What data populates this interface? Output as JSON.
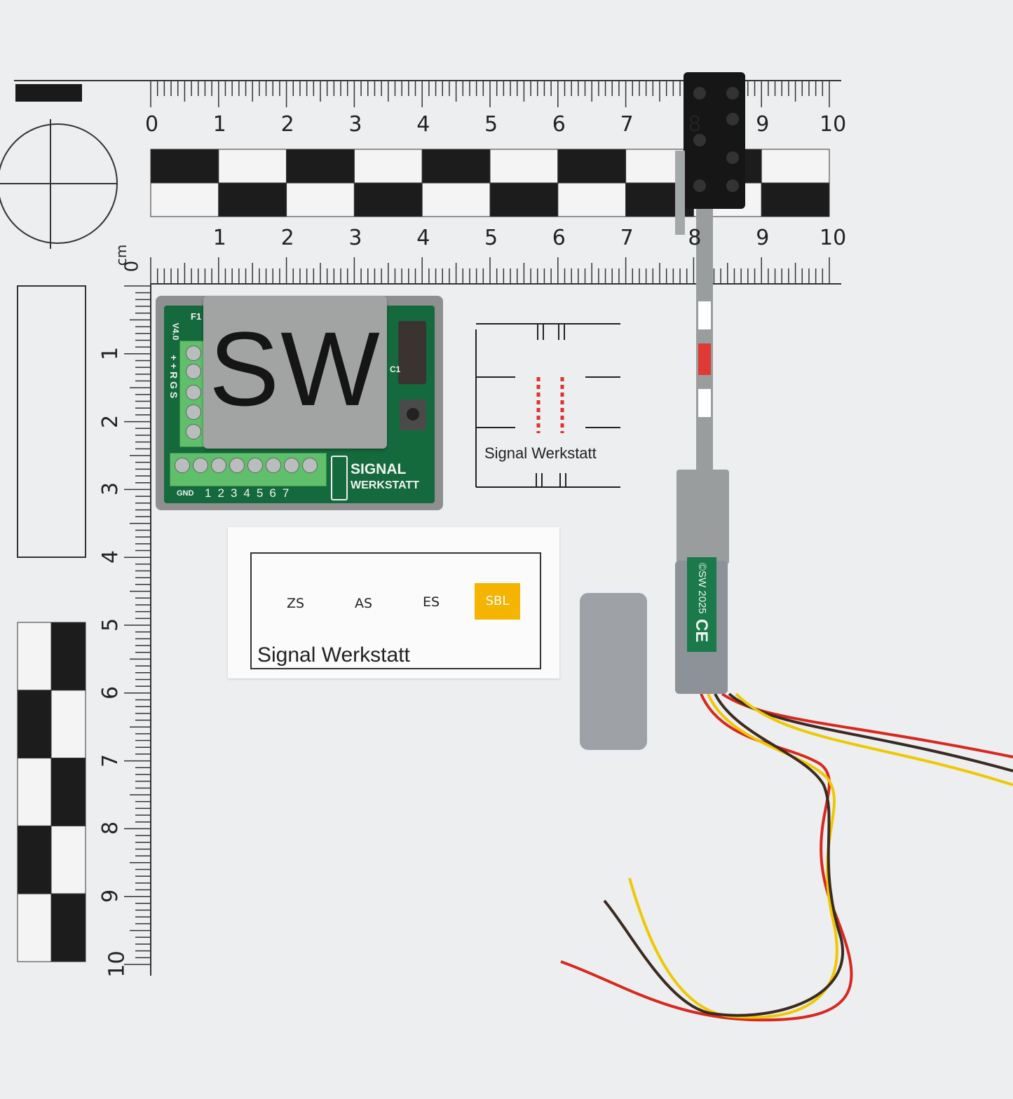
{
  "ruler": {
    "unit": "cm",
    "top_numbers": [
      "0",
      "1",
      "2",
      "3",
      "4",
      "5",
      "6",
      "7",
      "8",
      "9",
      "10"
    ],
    "middle_numbers": [
      "1",
      "2",
      "3",
      "4",
      "5",
      "6",
      "7",
      "8",
      "9",
      "10"
    ],
    "bottom_zero": "0",
    "left_numbers": [
      "1",
      "2",
      "3",
      "4",
      "5",
      "6",
      "7",
      "8",
      "9",
      "10"
    ]
  },
  "board": {
    "cover_text": "SW",
    "silk_version": "V4.0",
    "silk_fuse": "F1",
    "silk_fuse_part": "F",
    "silk_left_pins": "+ + R G S",
    "silk_cap": "C1",
    "silk_gnd": "GND",
    "silk_outputs": [
      "1",
      "2",
      "3",
      "4",
      "5",
      "6",
      "7"
    ],
    "brand_line1": "SIGNAL",
    "brand_line2": "WERKSTATT",
    "pcb_color": "#146a3d"
  },
  "card_track": {
    "caption": "Signal Werkstatt"
  },
  "card_signals": {
    "labels": [
      "ZS",
      "AS",
      "ES",
      "SBL"
    ],
    "highlighted": "SBL",
    "highlight_color": "#f5b400",
    "caption": "Signal Werkstatt"
  },
  "signal_module": {
    "label_text": "©SW 2025",
    "ce_mark": "CE",
    "wire_colors": [
      "#d8281f",
      "#f0c800",
      "#3a2a22"
    ]
  }
}
